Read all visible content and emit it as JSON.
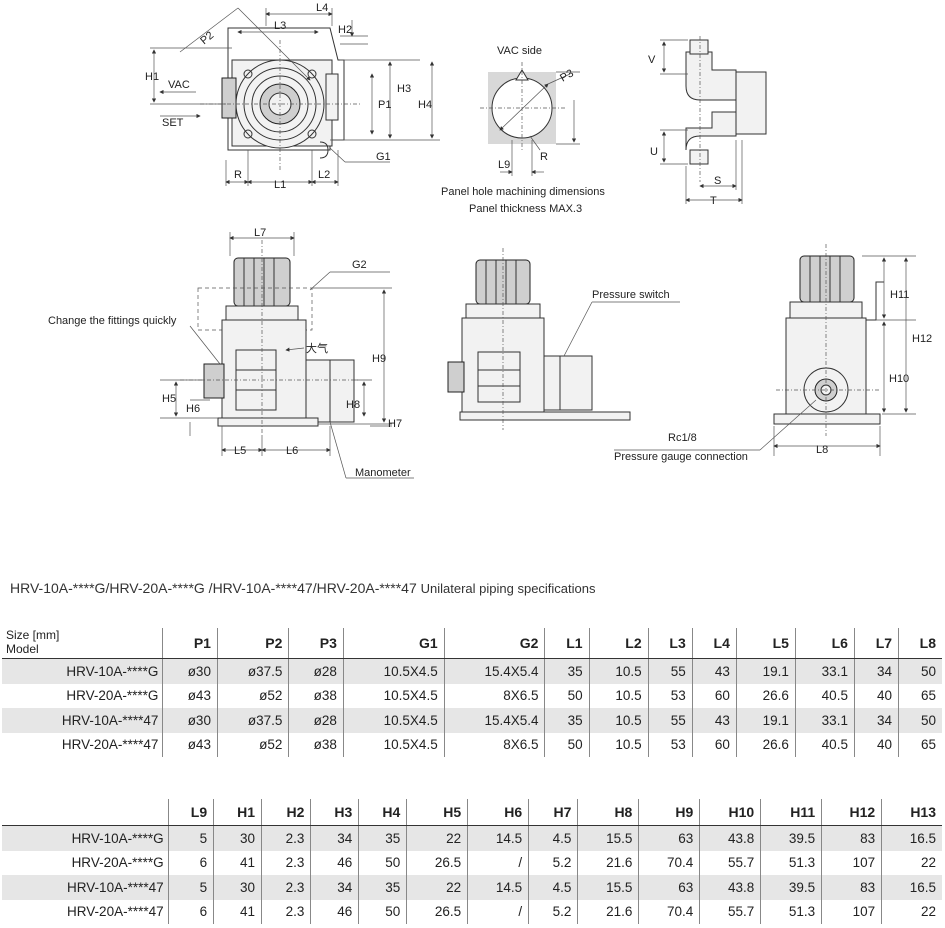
{
  "drawing_labels": {
    "top_view": {
      "L4": "L4",
      "L3": "L3",
      "H2": "H2",
      "P2": "P2",
      "H1": "H1",
      "VAC": "VAC",
      "SET": "SET",
      "H3": "H3",
      "P1": "P1",
      "H4": "H4",
      "G1": "G1",
      "R": "R",
      "L1": "L1",
      "L2": "L2"
    },
    "panel_hole": {
      "vac_side": "VAC side",
      "P3": "P3",
      "L9": "L9",
      "R": "R",
      "caption_line1": "Panel hole machining dimensions",
      "caption_line2": "Panel thickness MAX.3"
    },
    "side_fittings": {
      "V": "V",
      "U": "U",
      "S": "S",
      "T": "T"
    },
    "front_view": {
      "L7": "L7",
      "G2": "G2",
      "change_fittings": "Change the fittings quickly",
      "atmosphere": "大气",
      "H9": "H9",
      "H5": "H5",
      "H6": "H6",
      "H8": "H8",
      "H7": "H7",
      "L5": "L5",
      "L6": "L6",
      "manometer": "Manometer"
    },
    "switch_view": {
      "pressure_switch": "Pressure switch"
    },
    "right_view": {
      "H11": "H11",
      "H12": "H12",
      "H10": "H10",
      "rc": "Rc1/8",
      "gauge_connection": "Pressure gauge connection",
      "L8": "L8"
    }
  },
  "spec": {
    "title_models": "HRV-10A-****G/HRV-20A-****G /HRV-10A-****47/HRV-20A-****47",
    "title_suffix": "Unilateral piping specifications",
    "size_label": "Size [mm]",
    "model_label": "Model",
    "table1": {
      "headers": [
        "P1",
        "P2",
        "P3",
        "G1",
        "G2",
        "L1",
        "L2",
        "L3",
        "L4",
        "L5",
        "L6",
        "L7",
        "L8"
      ],
      "rows": [
        {
          "model": "HRV-10A-****G",
          "cells": [
            "ø30",
            "ø37.5",
            "ø28",
            "10.5X4.5",
            "15.4X5.4",
            "35",
            "10.5",
            "55",
            "43",
            "19.1",
            "33.1",
            "34",
            "50"
          ]
        },
        {
          "model": "HRV-20A-****G",
          "cells": [
            "ø43",
            "ø52",
            "ø38",
            "10.5X4.5",
            "8X6.5",
            "50",
            "10.5",
            "53",
            "60",
            "26.6",
            "40.5",
            "40",
            "65"
          ]
        },
        {
          "model": "HRV-10A-****47",
          "cells": [
            "ø30",
            "ø37.5",
            "ø28",
            "10.5X4.5",
            "15.4X5.4",
            "35",
            "10.5",
            "55",
            "43",
            "19.1",
            "33.1",
            "34",
            "50"
          ]
        },
        {
          "model": "HRV-20A-****47",
          "cells": [
            "ø43",
            "ø52",
            "ø38",
            "10.5X4.5",
            "8X6.5",
            "50",
            "10.5",
            "53",
            "60",
            "26.6",
            "40.5",
            "40",
            "65"
          ]
        }
      ]
    },
    "table2": {
      "headers": [
        "L9",
        "H1",
        "H2",
        "H3",
        "H4",
        "H5",
        "H6",
        "H7",
        "H8",
        "H9",
        "H10",
        "H11",
        "H12",
        "H13"
      ],
      "rows": [
        {
          "model": "HRV-10A-****G",
          "cells": [
            "5",
            "30",
            "2.3",
            "34",
            "35",
            "22",
            "14.5",
            "4.5",
            "15.5",
            "63",
            "43.8",
            "39.5",
            "83",
            "16.5"
          ]
        },
        {
          "model": "HRV-20A-****G",
          "cells": [
            "6",
            "41",
            "2.3",
            "46",
            "50",
            "26.5",
            "/",
            "5.2",
            "21.6",
            "70.4",
            "55.7",
            "51.3",
            "107",
            "22"
          ]
        },
        {
          "model": "HRV-10A-****47",
          "cells": [
            "5",
            "30",
            "2.3",
            "34",
            "35",
            "22",
            "14.5",
            "4.5",
            "15.5",
            "63",
            "43.8",
            "39.5",
            "83",
            "16.5"
          ]
        },
        {
          "model": "HRV-20A-****47",
          "cells": [
            "6",
            "41",
            "2.3",
            "46",
            "50",
            "26.5",
            "/",
            "5.2",
            "21.6",
            "70.4",
            "55.7",
            "51.3",
            "107",
            "22"
          ]
        }
      ]
    }
  }
}
